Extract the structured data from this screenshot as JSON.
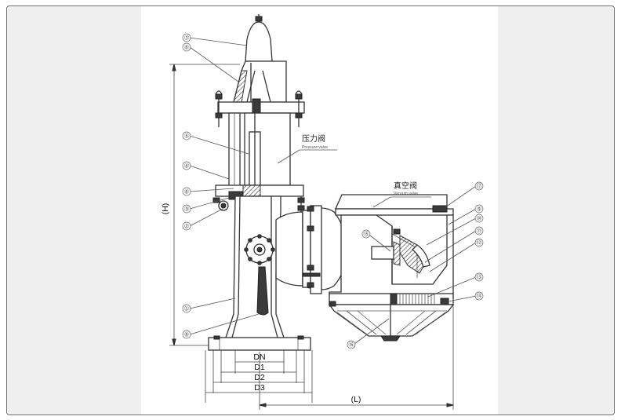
{
  "labels": {
    "pressure_cn": "压力阀",
    "pressure_en": "Pressure valve",
    "vacuum_cn": "真空阀",
    "vacuum_en": "Vacuum valve"
  },
  "dimensions": {
    "height": "(H)",
    "length": "(L)",
    "dn": "DN",
    "d1": "D1",
    "d2": "D2",
    "d3": "D3"
  },
  "callouts": {
    "c1": "①",
    "c2": "②",
    "c3": "③",
    "c4": "④",
    "c5": "⑤",
    "c6a": "⑥",
    "c6b": "⑥",
    "c7": "⑦",
    "c8": "⑧",
    "c9": "⑨",
    "c10": "⑩",
    "c11": "⑪",
    "c12": "⑫",
    "c13": "⑬",
    "c14": "⑭",
    "c15": "⑮",
    "c16": "⑯",
    "c17": "⑰"
  }
}
